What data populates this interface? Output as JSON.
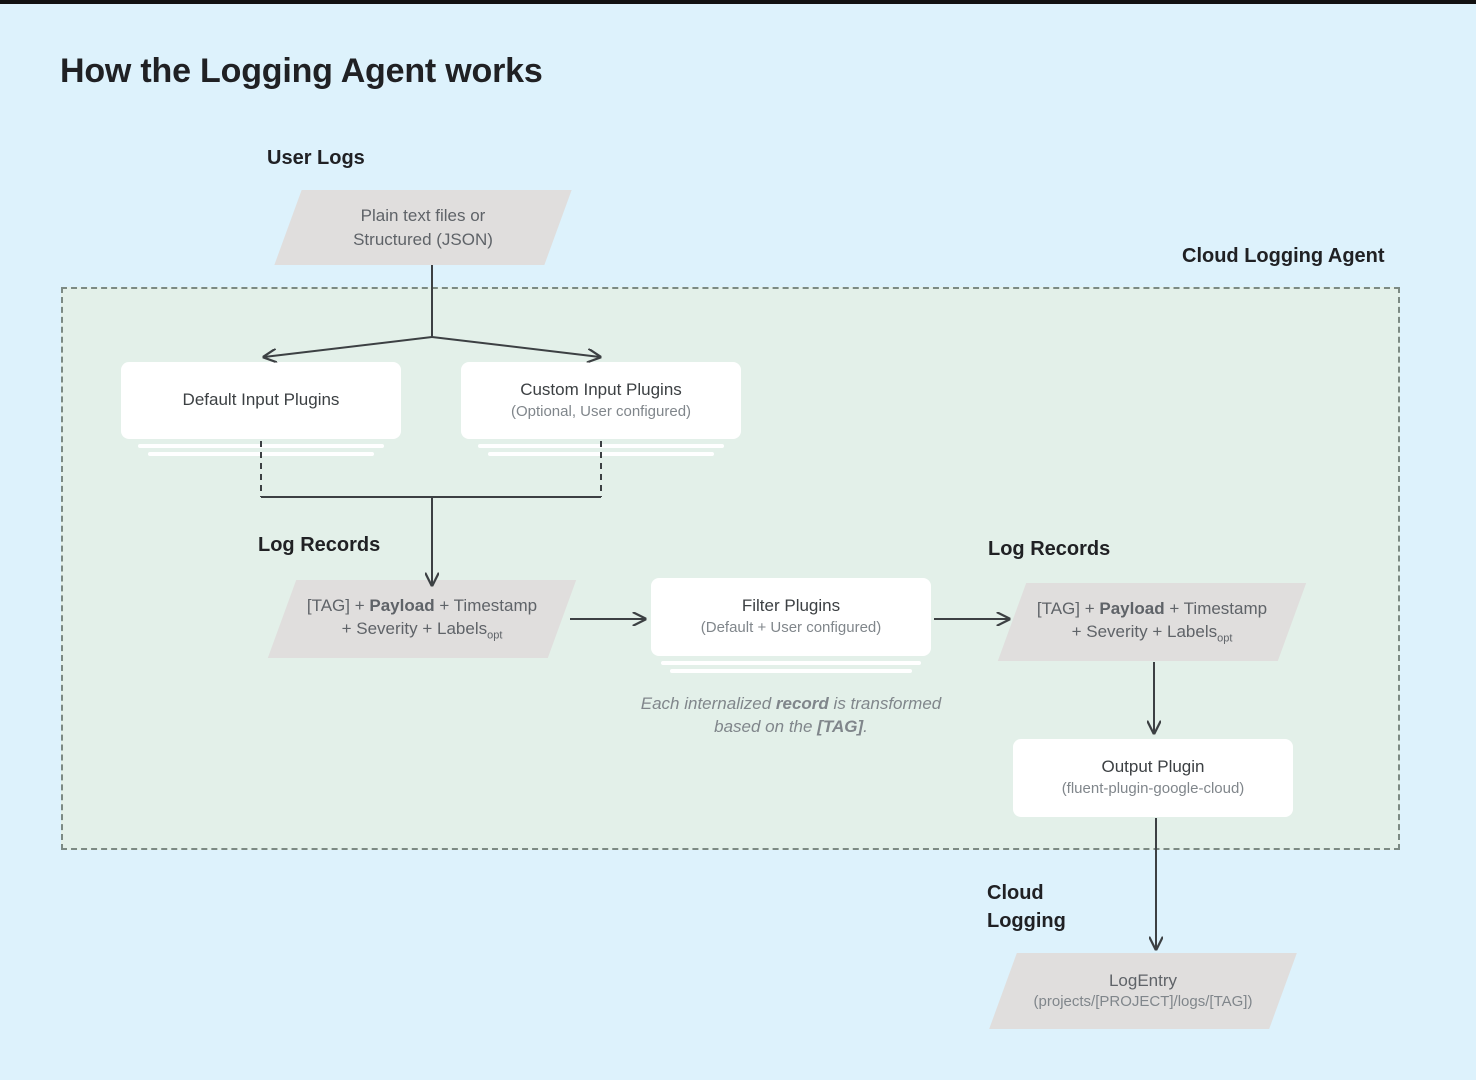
{
  "page": {
    "title": "How the Logging Agent works",
    "background_color": "#ddf2fc",
    "agent_zone_color": "#e3f0e9",
    "shape_color": "#e0dedd",
    "card_color": "#ffffff",
    "connector_color": "#3c4043"
  },
  "labels": {
    "user_logs": "User Logs",
    "cloud_logging_agent": "Cloud Logging Agent",
    "log_records_left": "Log Records",
    "log_records_right": "Log Records",
    "cloud_logging": "Cloud\nLogging"
  },
  "nodes": {
    "user_logs_source": {
      "shape": "parallelogram",
      "line1": "Plain text files or",
      "line2": "Structured (JSON)"
    },
    "default_input_plugins": {
      "shape": "card",
      "title": "Default Input Plugins",
      "subtitle": "",
      "stacked": true
    },
    "custom_input_plugins": {
      "shape": "card",
      "title": "Custom Input Plugins",
      "subtitle": "(Optional, User configured)",
      "stacked": true
    },
    "log_records_left": {
      "shape": "parallelogram",
      "line1_pre": "[TAG] + ",
      "line1_bold": "Payload",
      "line1_post": " + Timestamp",
      "line2_pre": "+ Severity + Labels",
      "line2_sub": "opt"
    },
    "filter_plugins": {
      "shape": "card",
      "title": "Filter Plugins",
      "subtitle": "(Default + User configured)",
      "stacked": true
    },
    "filter_note": {
      "pre": "Each internalized ",
      "bold1": "record",
      "mid": " is transformed based on the ",
      "bold2": "[TAG]",
      "post": "."
    },
    "log_records_right": {
      "shape": "parallelogram",
      "line1_pre": "[TAG] + ",
      "line1_bold": "Payload",
      "line1_post": " + Timestamp",
      "line2_pre": "+ Severity + Labels",
      "line2_sub": "opt"
    },
    "output_plugin": {
      "shape": "card",
      "title": "Output Plugin",
      "subtitle": "(fluent-plugin-google-cloud)",
      "stacked": false
    },
    "log_entry": {
      "shape": "parallelogram",
      "line1": "LogEntry",
      "line2": "(projects/[PROJECT]/logs/[TAG])"
    }
  },
  "connectors": [
    {
      "name": "source-to-default-input",
      "style": "solid-arrow"
    },
    {
      "name": "source-to-custom-input",
      "style": "solid-arrow"
    },
    {
      "name": "inputs-merge-to-log-records",
      "style": "solid-arrow"
    },
    {
      "name": "log-records-to-filter",
      "style": "solid-arrow"
    },
    {
      "name": "filter-to-log-records-right",
      "style": "solid-arrow"
    },
    {
      "name": "log-records-right-to-output",
      "style": "solid-arrow"
    },
    {
      "name": "output-to-log-entry",
      "style": "solid-arrow"
    }
  ]
}
